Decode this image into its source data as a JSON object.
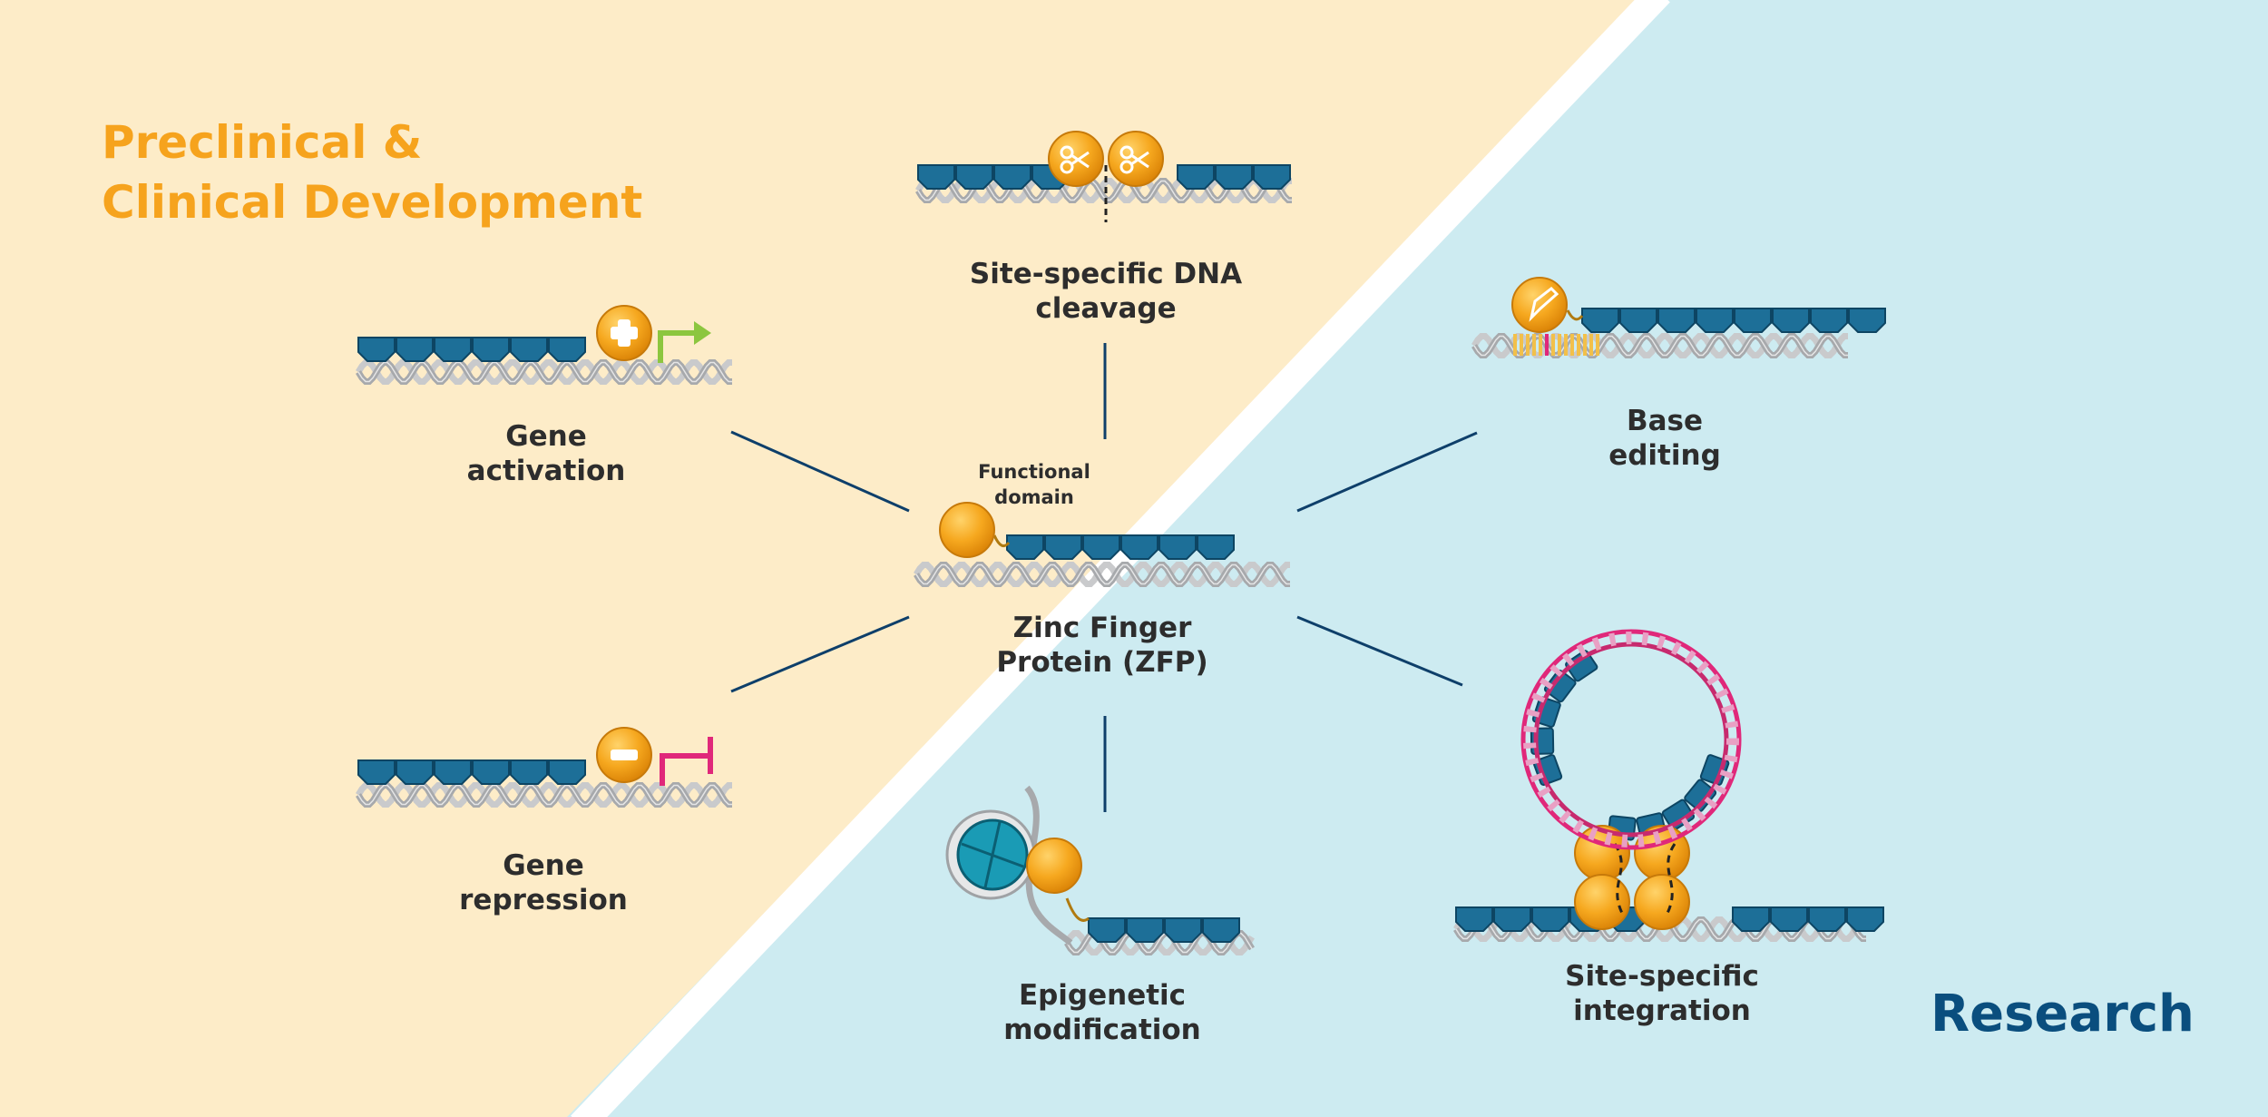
{
  "regions": {
    "left": {
      "title_line1": "Preclinical &",
      "title_line2": "Clinical Development"
    },
    "right": {
      "title": "Research"
    }
  },
  "center": {
    "name_line1": "Zinc Finger",
    "name_line2": "Protein (ZFP)",
    "domain_line1": "Functional",
    "domain_line2": "domain"
  },
  "applications": {
    "cleavage": {
      "line1": "Site-specific DNA",
      "line2": "cleavage"
    },
    "activation": {
      "line1": "Gene",
      "line2": "activation"
    },
    "repression": {
      "line1": "Gene",
      "line2": "repression"
    },
    "base_editing": {
      "line1": "Base",
      "line2": "editing"
    },
    "epigenetic": {
      "line1": "Epigenetic",
      "line2": "modification"
    },
    "integration": {
      "line1": "Site-specific",
      "line2": "integration"
    }
  },
  "colors": {
    "preclinical_bg": "#fdecc8",
    "research_bg": "#cdebf1",
    "divider": "#ffffff",
    "zfp_blue": "#1d6f98",
    "domain_orange": "#f4a41c",
    "activation_arrow": "#8cc63f",
    "repression_bar": "#e0287a",
    "connector_line": "#0e3f6a",
    "dna_gray": "#a7a9ac",
    "nucleosome_teal": "#1a9bb5"
  },
  "icons": {
    "cleavage": "scissors-icon",
    "activation": "plus-icon",
    "repression": "minus-icon",
    "base_editing": "pencil-icon"
  }
}
